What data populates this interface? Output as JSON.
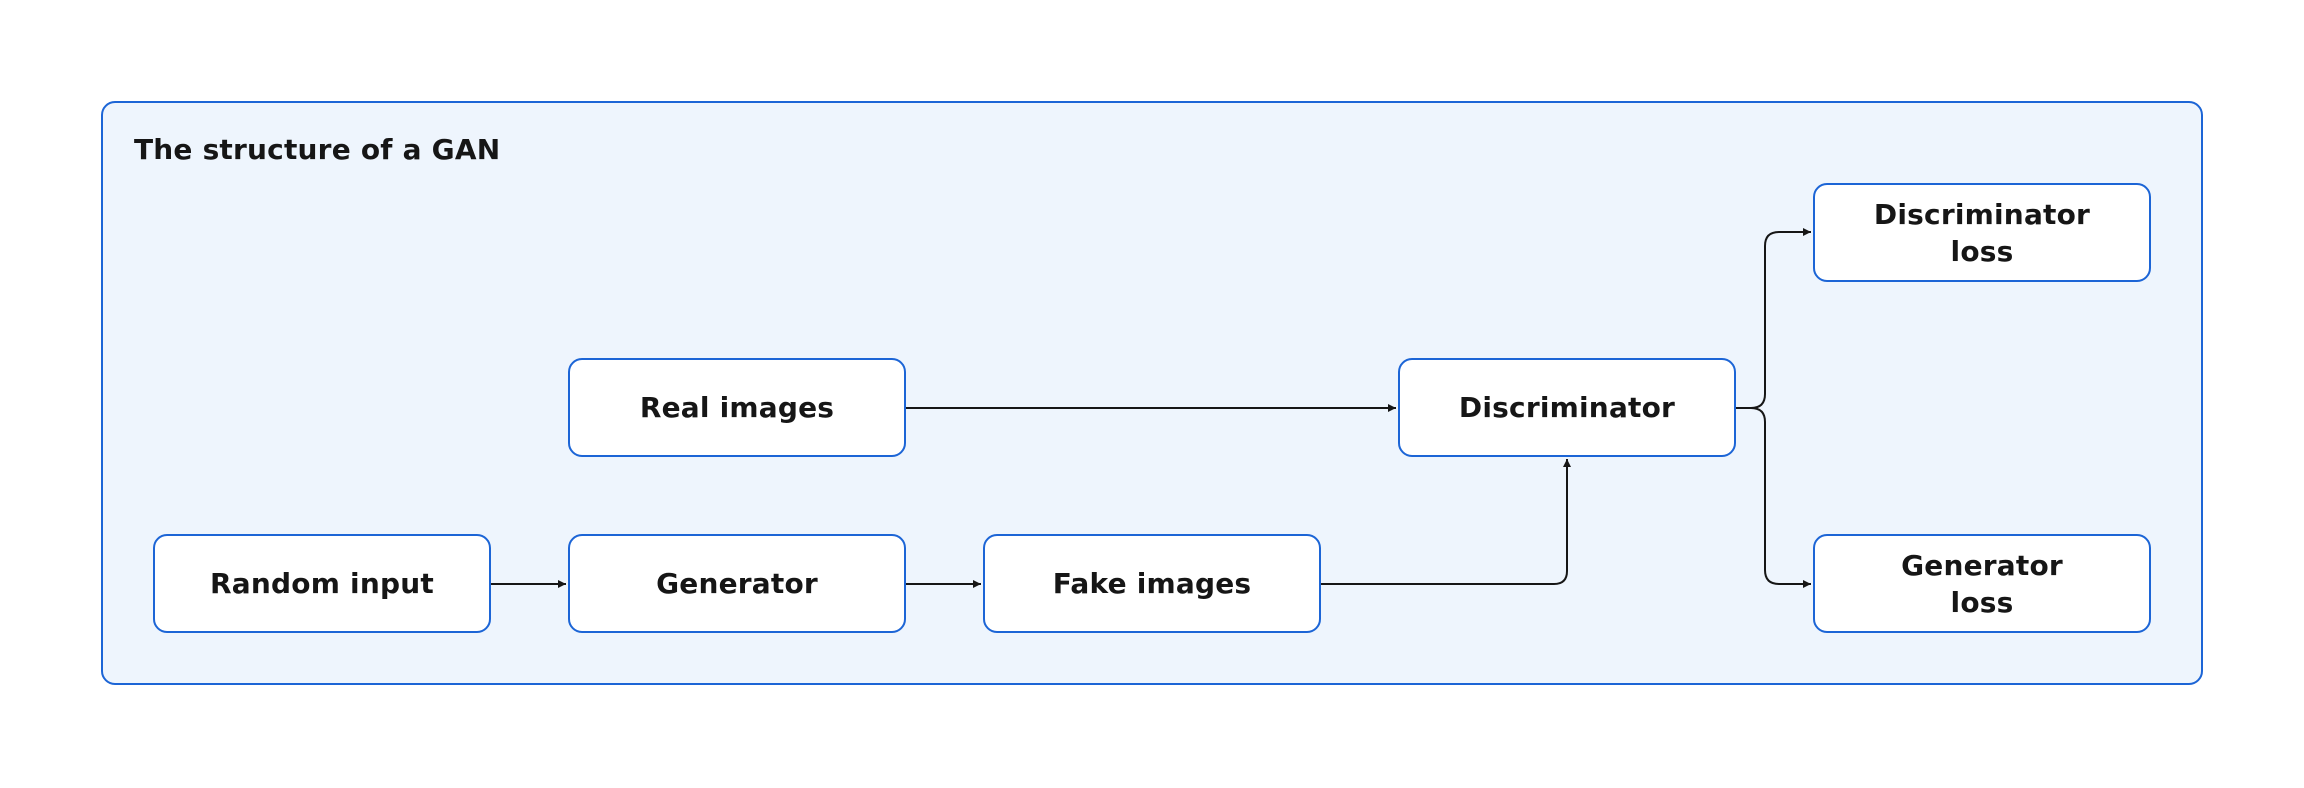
{
  "diagram": {
    "title": "The structure of a GAN",
    "nodes": {
      "real_images": "Real images",
      "discriminator": "Discriminator",
      "discriminator_loss": "Discriminator\nloss",
      "random_input": "Random input",
      "generator": "Generator",
      "fake_images": "Fake images",
      "generator_loss": "Generator\nloss"
    },
    "edges": [
      [
        "random_input",
        "generator"
      ],
      [
        "generator",
        "fake_images"
      ],
      [
        "fake_images",
        "discriminator"
      ],
      [
        "real_images",
        "discriminator"
      ],
      [
        "discriminator",
        "discriminator_loss"
      ],
      [
        "discriminator",
        "generator_loss"
      ]
    ]
  },
  "colors": {
    "panel_fill": "#eef5fd",
    "border_blue": "#1c65d6",
    "text": "#161616",
    "arrow": "#161616"
  }
}
